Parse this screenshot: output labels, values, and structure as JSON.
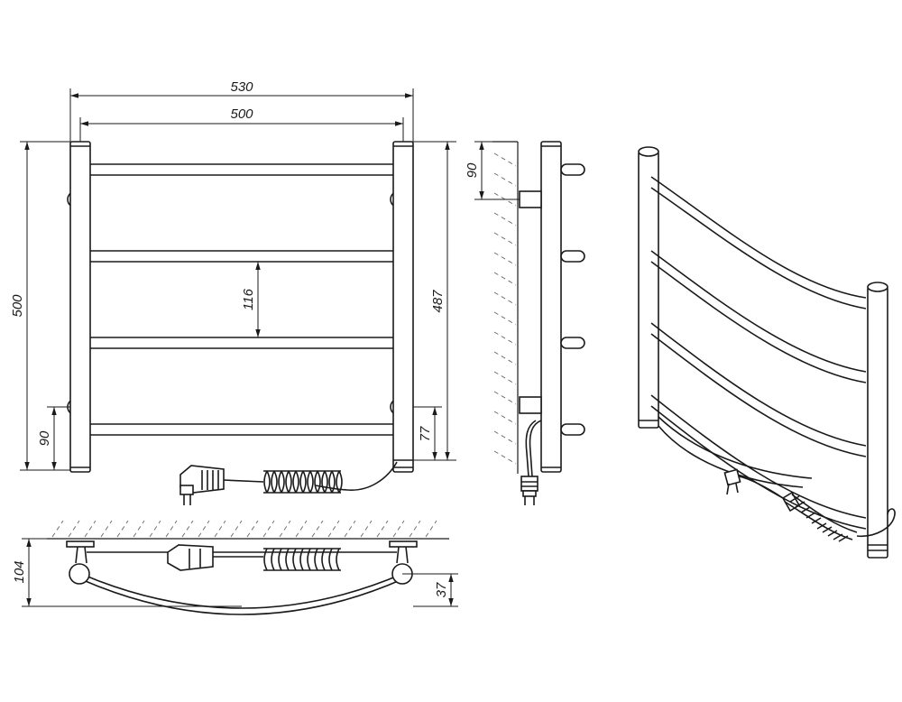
{
  "dimensions": {
    "overall_width": "530",
    "inner_width": "500",
    "overall_height": "500",
    "bar_spacing": "116",
    "inner_height": "487",
    "bottom_mount_left": "90",
    "bottom_mount_right": "77",
    "side_top_offset": "90",
    "depth_total": "104",
    "depth_bar": "37"
  }
}
